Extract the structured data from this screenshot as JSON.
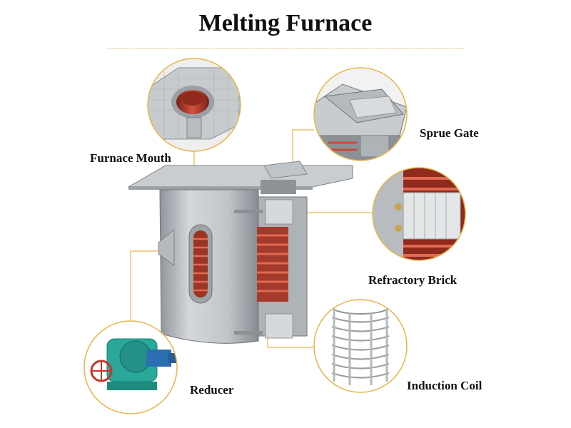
{
  "title": "Melting Furnace",
  "labels": {
    "furnace_mouth": "Furnace Mouth",
    "sprue_gate": "Sprue Gate",
    "refractory_brick": "Refractory Brick",
    "reducer": "Reducer",
    "induction_coil": "Induction Coil"
  },
  "colors": {
    "callout_line": "#e8b64a",
    "steel": "#b8bcc0",
    "coil": "#c0392b",
    "reducer_body": "#2aa89a"
  }
}
